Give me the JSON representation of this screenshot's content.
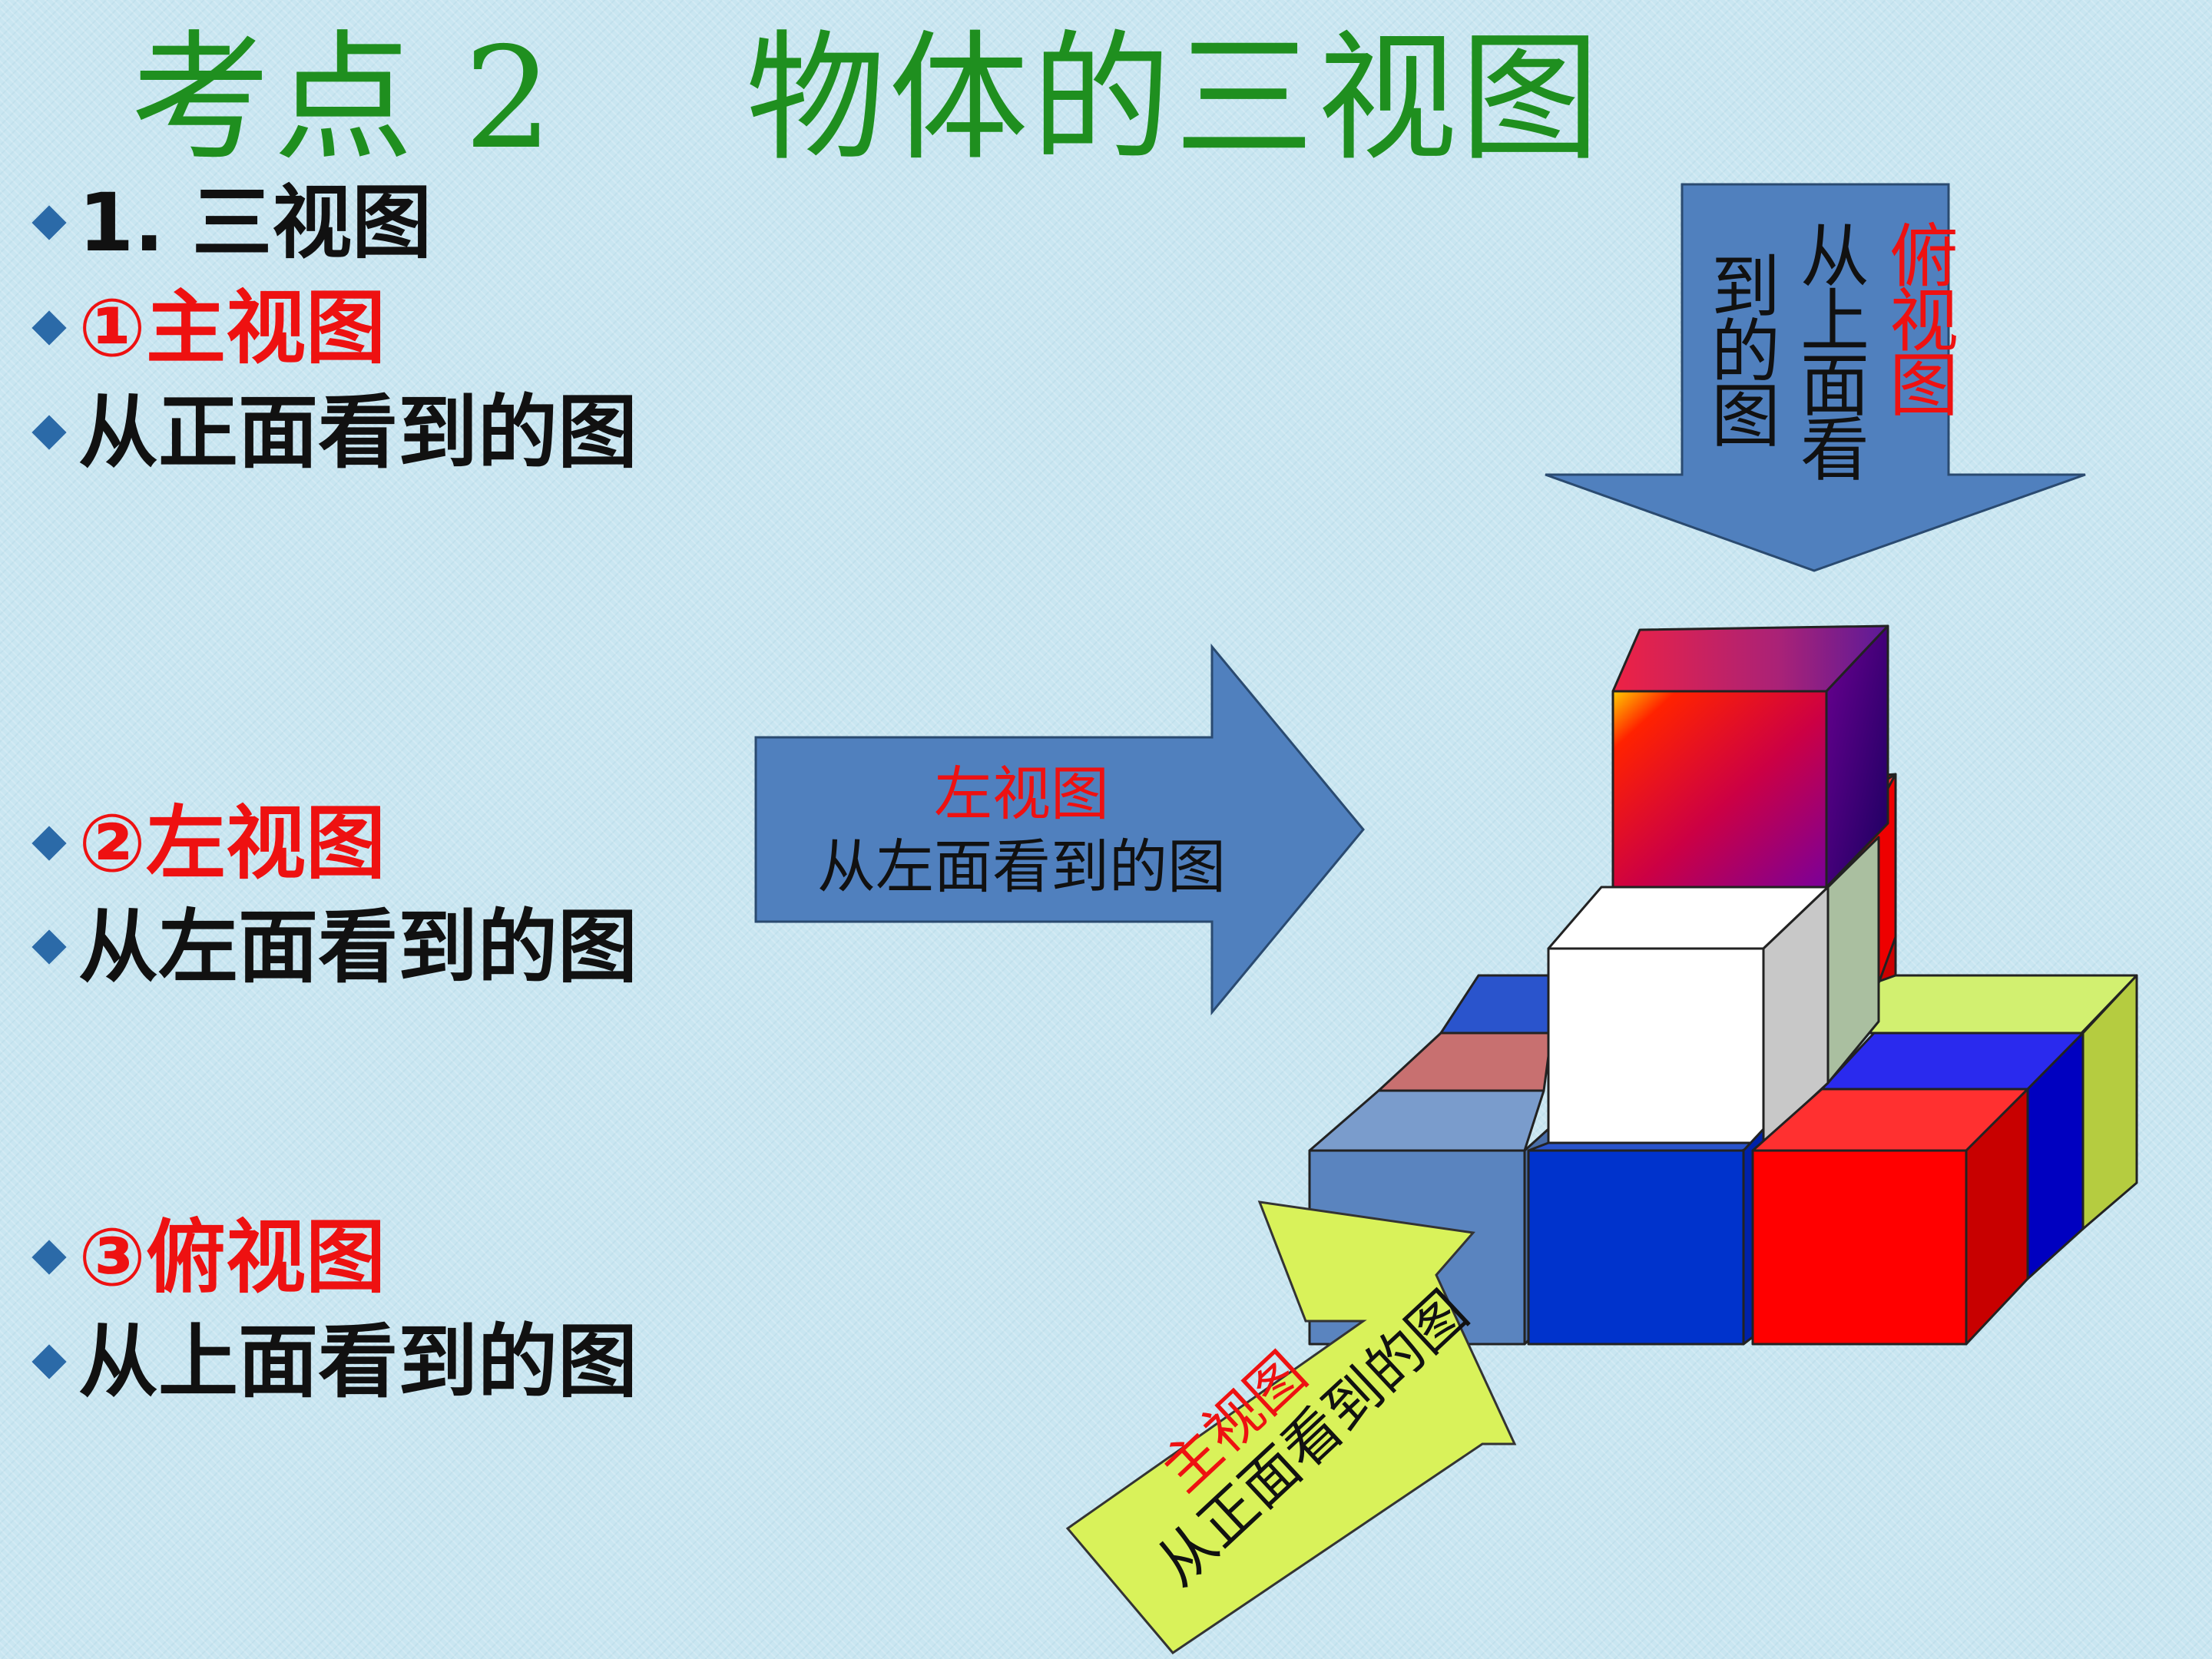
{
  "title": "考点 2    物体的三视图",
  "bullets": [
    {
      "text": "1. 三视图",
      "color": "black"
    },
    {
      "text": "①主视图",
      "color": "red"
    },
    {
      "text": "从正面看到的图",
      "color": "black"
    },
    {
      "text": "②左视图",
      "color": "red"
    },
    {
      "text": "从左面看到的图",
      "color": "black"
    },
    {
      "text": "③俯视图",
      "color": "red"
    },
    {
      "text": "从上面看到的图",
      "color": "black"
    }
  ],
  "arrows": {
    "top": {
      "label_red": "俯视图",
      "label_black_1": "从上面看",
      "label_black_2": "到的图"
    },
    "left": {
      "label_red": "左视图",
      "label_black": "从左面看到的图"
    },
    "front": {
      "label_red": "主视图",
      "label_black": "从正面看到的图"
    }
  },
  "colors": {
    "title": "#1f8f1f",
    "red_text": "#ee1111",
    "arrow_blue": "#5080be",
    "arrow_yellow": "#d9f25a",
    "background": "#c9e6f1"
  }
}
